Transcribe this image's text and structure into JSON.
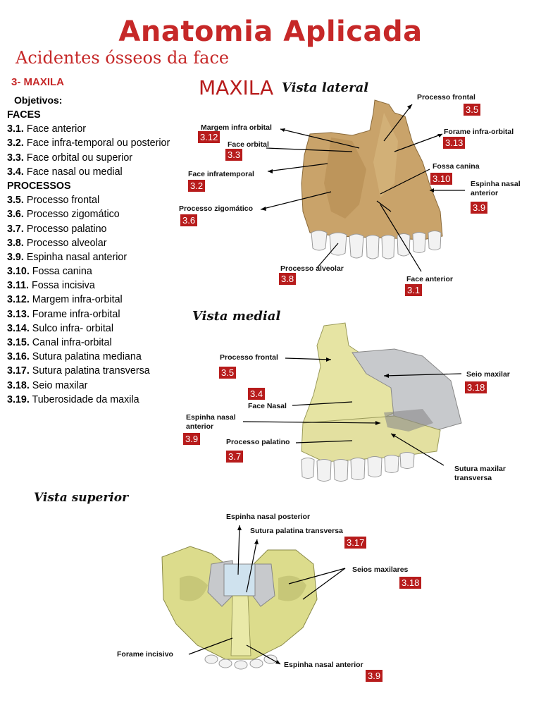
{
  "header": {
    "title": "Anatomia Aplicada",
    "subtitle": "Acidentes ósseos da face"
  },
  "section": {
    "title": "3- MAXILA",
    "objectives_label": "Objetivos:"
  },
  "objectives": [
    {
      "num": "",
      "text": "FACES",
      "head": true
    },
    {
      "num": "3.1.",
      "text": " Face anterior"
    },
    {
      "num": "3.2.",
      "text": " Face infra-temporal ou posterior"
    },
    {
      "num": "3.3.",
      "text": " Face orbital ou superior"
    },
    {
      "num": "3.4.",
      "text": " Face nasal ou medial"
    },
    {
      "num": "",
      "text": "PROCESSOS",
      "head": true
    },
    {
      "num": "3.5.",
      "text": " Processo frontal"
    },
    {
      "num": "3.6.",
      "text": " Processo zigomático"
    },
    {
      "num": "3.7.",
      "text": " Processo palatino"
    },
    {
      "num": "3.8.",
      "text": " Processo alveolar"
    },
    {
      "num": "3.9.",
      "text": " Espinha nasal anterior"
    },
    {
      "num": "3.10.",
      "text": " Fossa canina"
    },
    {
      "num": "3.11.",
      "text": " Fossa incisiva"
    },
    {
      "num": "3.12.",
      "text": " Margem infra-orbital"
    },
    {
      "num": "3.13.",
      "text": " Forame infra-orbital"
    },
    {
      "num": "3.14.",
      "text": " Sulco infra- orbital"
    },
    {
      "num": "3.15.",
      "text": " Canal infra-orbital"
    },
    {
      "num": "3.16.",
      "text": " Sutura palatina mediana"
    },
    {
      "num": "3.17.",
      "text": " Sutura palatina transversa"
    },
    {
      "num": "3.18.",
      "text": " Seio maxilar"
    },
    {
      "num": "3.19.",
      "text": " Tuberosidade da maxila"
    }
  ],
  "lateral": {
    "title_word": "MAXILA",
    "title_script": "Vista lateral",
    "labels": {
      "frontal": "Processo frontal",
      "frontal_tag": "3.5",
      "margem": "Margem infra orbital",
      "margem_tag": "3.12",
      "face_orbital": "Face orbital",
      "face_orbital_tag": "3.3",
      "forame": "Forame infra-orbital",
      "forame_tag": "3.13",
      "infratemporal": "Face infratemporal",
      "infratemporal_tag": "3.2",
      "fossa": "Fossa canina",
      "fossa_tag": "3.10",
      "espinha1": "Espinha nasal",
      "espinha2": "anterior",
      "espinha_tag": "3.9",
      "zigomatico": "Processo zigomático",
      "zigomatico_tag": "3.6",
      "alveolar": "Processo alveolar",
      "alveolar_tag": "3.8",
      "face_anterior": "Face anterior",
      "face_anterior_tag": "3.1"
    }
  },
  "medial": {
    "title_script": "Vista medial",
    "labels": {
      "frontal": "Processo frontal",
      "frontal_tag": "3.5",
      "seio": "Seio maxilar",
      "seio_tag": "3.18",
      "nasal_tag": "3.4",
      "nasal": "Face Nasal",
      "espinha1": "Espinha nasal",
      "espinha2": "anterior",
      "espinha_tag": "3.9",
      "palatino": "Processo palatino",
      "palatino_tag": "3.7",
      "sutura1": "Sutura maxilar",
      "sutura2": "transversa"
    }
  },
  "superior": {
    "title_script": "Vista superior",
    "labels": {
      "posterior": "Espinha nasal posterior",
      "sutura": "Sutura palatina transversa",
      "sutura_tag": "3.17",
      "seios": "Seios maxilares",
      "seios_tag": "3.18",
      "forame": "Forame incisivo",
      "espinha": "Espinha nasal anterior",
      "espinha_tag": "3.9"
    }
  },
  "colors": {
    "accent": "#c62828",
    "tag": "#b71c1c",
    "bone_lateral": "#c9a36a",
    "bone_medial": "#e6e4a3",
    "bone_superior": "#dcdc8c"
  }
}
